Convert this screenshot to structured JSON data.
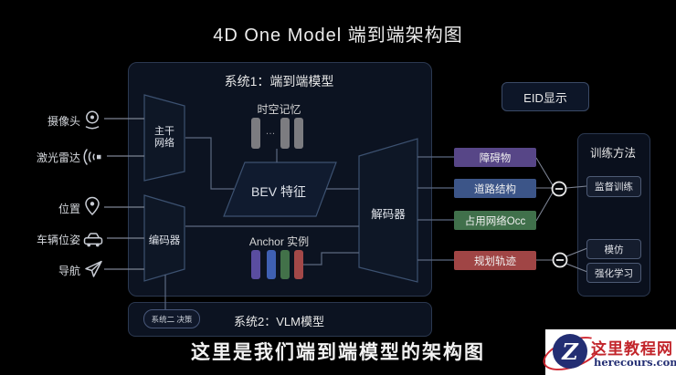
{
  "title": "4D One Model 端到端架构图",
  "caption": "这里是我们端到端模型的架构图",
  "inputs": [
    {
      "label": "摄像头",
      "icon": "camera-icon"
    },
    {
      "label": "激光雷达",
      "icon": "lidar-icon"
    },
    {
      "label": "位置",
      "icon": "location-pin-icon"
    },
    {
      "label": "车辆位姿",
      "icon": "car-icon"
    },
    {
      "label": "导航",
      "icon": "navigation-arrow-icon"
    }
  ],
  "system1": {
    "title": "系统1：端到端模型",
    "backbone": [
      "主干",
      "网络"
    ],
    "memory_label": "时空记忆",
    "memory_ellipsis": "…",
    "bev_label": "BEV 特征",
    "encoder_label": "编码器",
    "anchor_label": "Anchor 实例",
    "decoder_label": "解码器",
    "anchor_colors": [
      "#5a4da0",
      "#3f60b3",
      "#427149",
      "#a34848"
    ],
    "memory_bar_color": "#7c7c80"
  },
  "outputs": [
    {
      "label": "障碍物",
      "color": "#574687"
    },
    {
      "label": "道路结构",
      "color": "#3c5588"
    },
    {
      "label": "占用网络Occ",
      "color": "#40704b"
    },
    {
      "label": "规划轨迹",
      "color": "#a04545"
    }
  ],
  "eid_button_label": "EID显示",
  "training": {
    "title": "训练方法",
    "items": [
      "监督训练",
      "模仿",
      "强化学习"
    ]
  },
  "system2": {
    "tag": "系统二 决策",
    "title": "系统2：VLM模型"
  },
  "watermark": {
    "logo_letter": "Z",
    "site_name": "这里教程网",
    "site_url": "herecours.com"
  },
  "colors": {
    "background": "#000000",
    "box_fill": "#0c1321",
    "box_border": "#2b3850",
    "shape_fill": "#101b2f",
    "shape_stroke": "#3c5170",
    "connector": "#6a7487"
  }
}
